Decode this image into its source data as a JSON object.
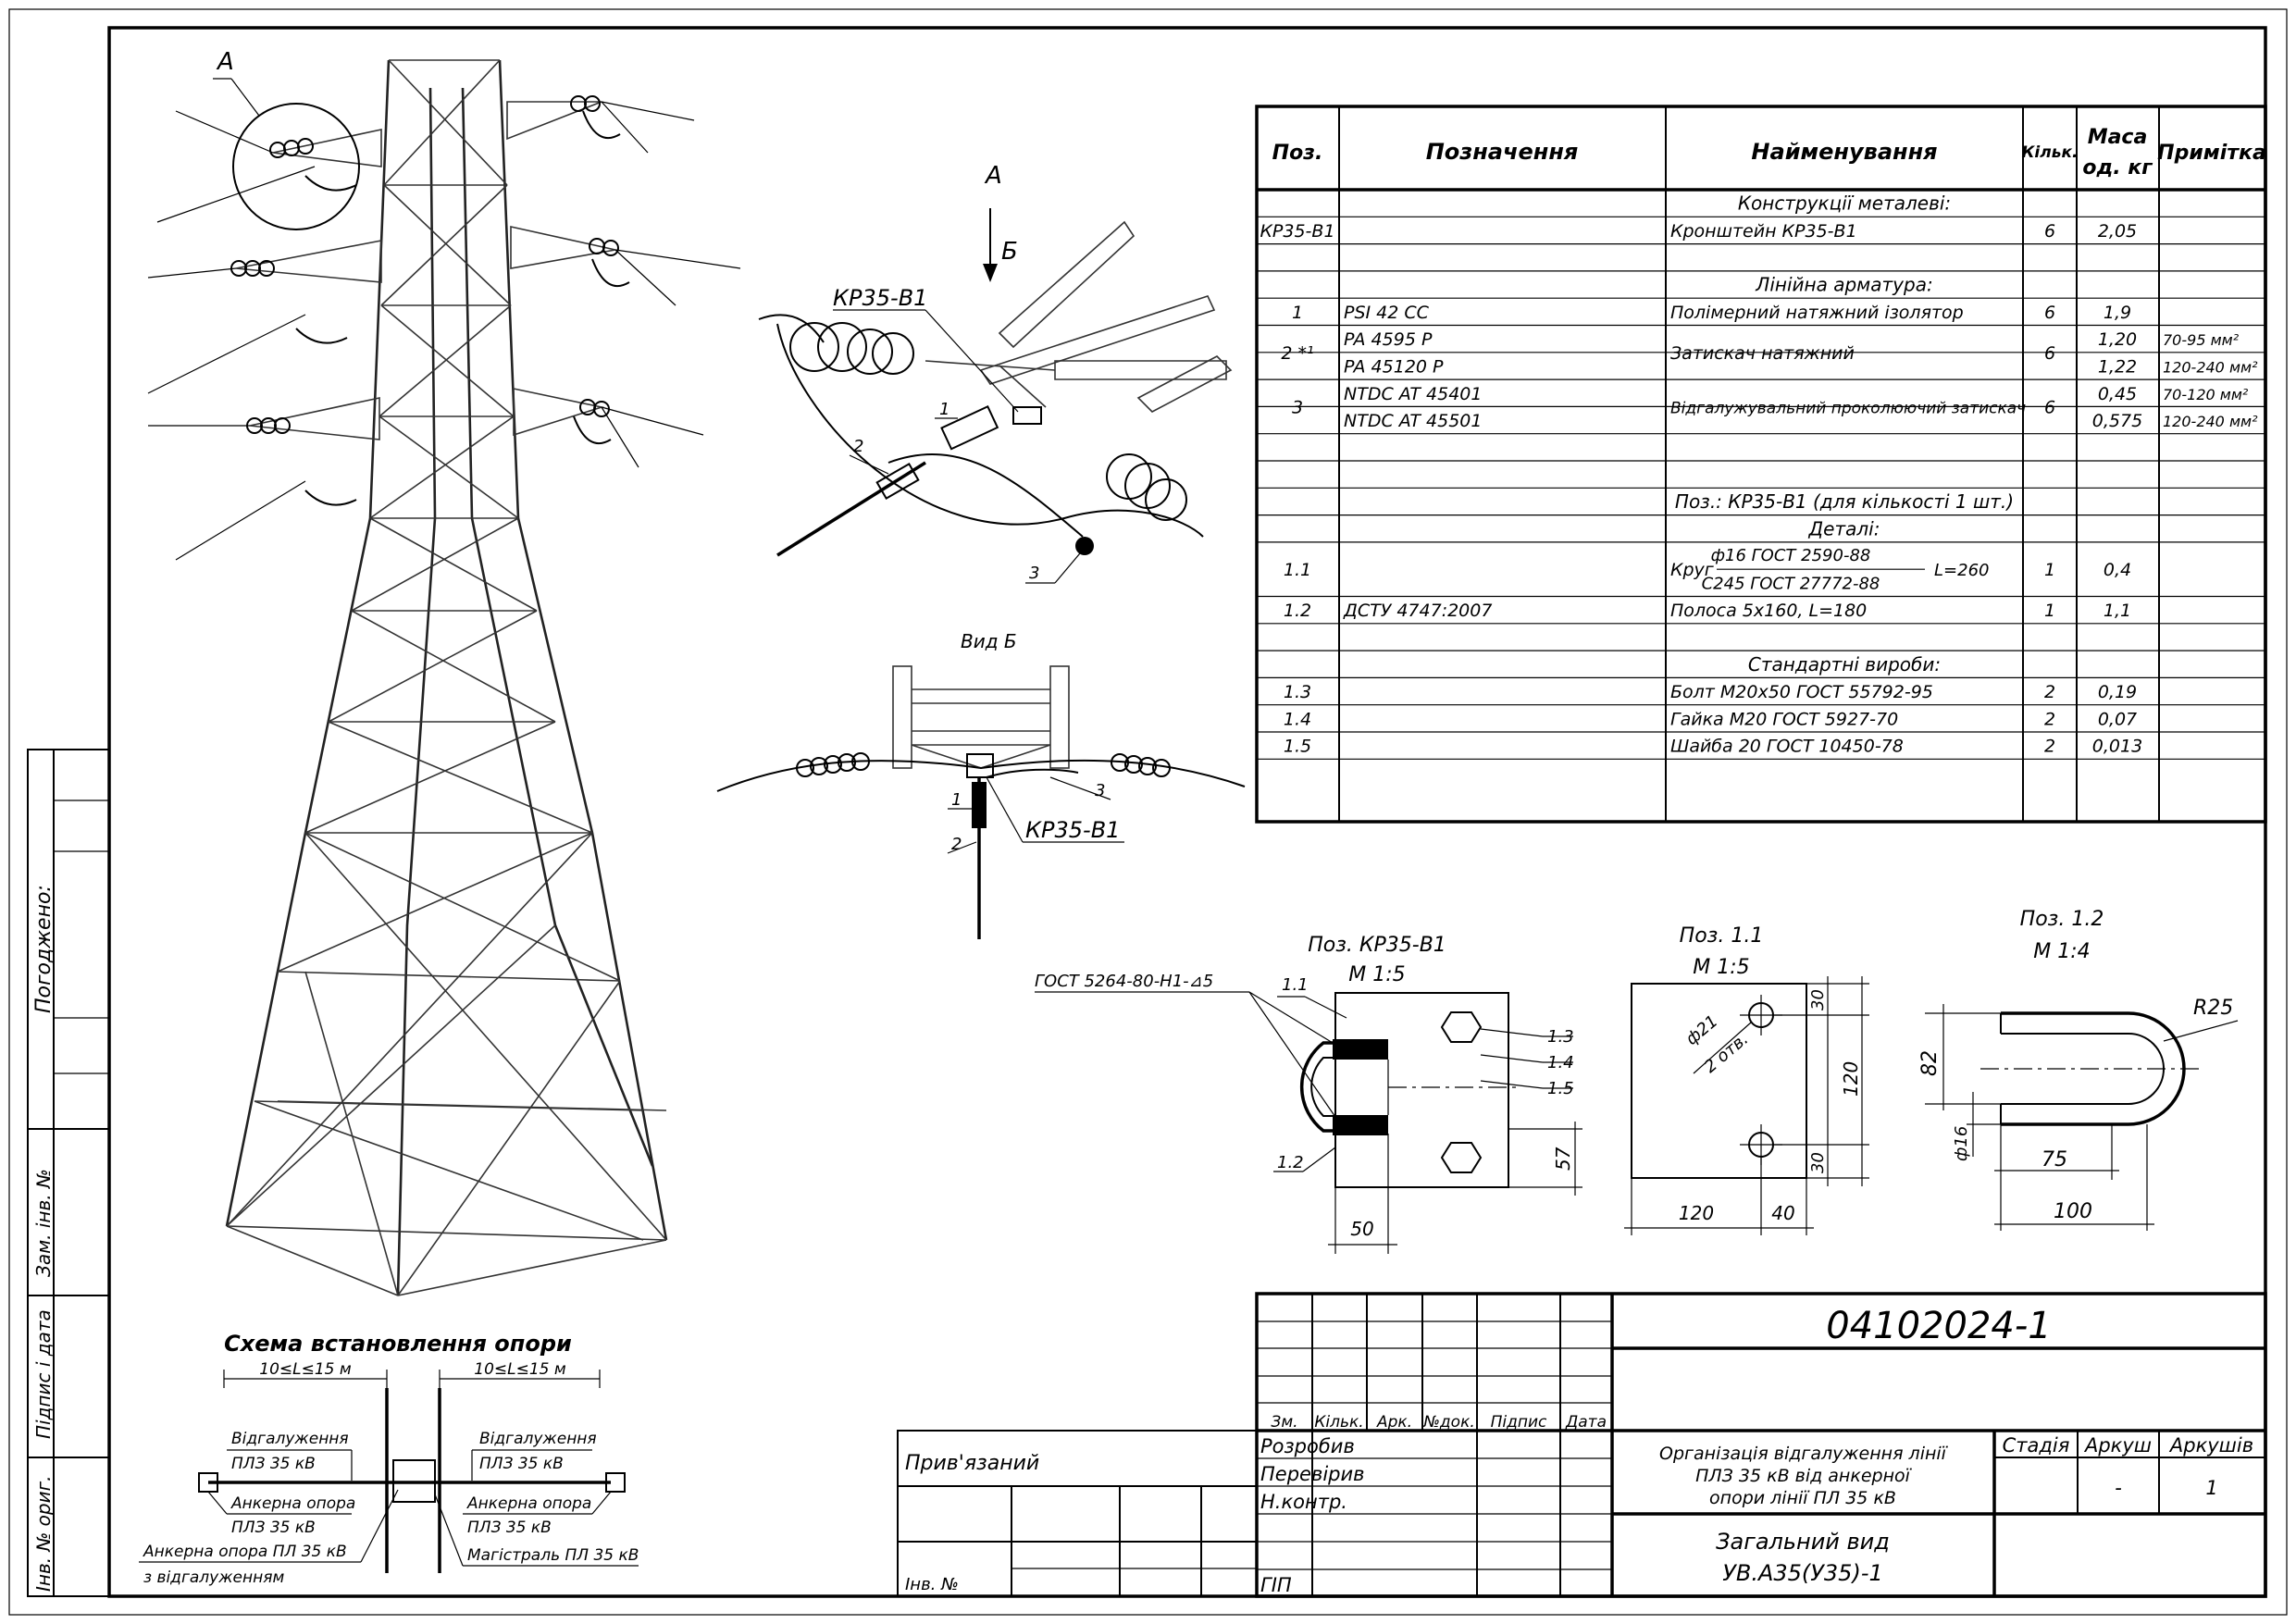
{
  "tower": {
    "callout_a": "A"
  },
  "detail_a": {
    "view_arrow": "A",
    "view_b_arrow": "Б",
    "bracket": "КР35-В1",
    "pos1": "1",
    "pos2": "2",
    "pos3": "3"
  },
  "view_b": {
    "title": "Вид Б",
    "bracket": "КР35-В1",
    "pos1": "1",
    "pos2": "2",
    "pos3": "3"
  },
  "spec_table": {
    "headers": {
      "pos": "Поз.",
      "designation": "Позначення",
      "name": "Найменування",
      "qty": "Кільк.",
      "mass_l1": "Маса",
      "mass_l2": "од. кг",
      "note": "Примітка"
    },
    "rows": [
      {
        "type": "section",
        "name": "Конструкції металеві:"
      },
      {
        "pos": "КР35-В1",
        "designation": "",
        "name": "Кронштейн КР35-В1",
        "qty": "6",
        "mass": "2,05",
        "note": ""
      },
      {
        "type": "blank"
      },
      {
        "type": "section",
        "name": "Лінійна арматура:"
      },
      {
        "pos": "1",
        "designation": "PSI 42 CC",
        "name": "Полімерний натяжний ізолятор",
        "qty": "6",
        "mass": "1,9",
        "note": ""
      },
      {
        "pos": "2 *¹",
        "designation": "PA 4595 P",
        "name": "Затискач натяжний",
        "qty": "6",
        "mass": "1,20",
        "note": "70-95 мм²"
      },
      {
        "pos": "",
        "designation": "PA 45120 P",
        "name": "",
        "qty": "",
        "mass": "1,22",
        "note": "120-240 мм²"
      },
      {
        "pos": "3",
        "designation": "NTDC AT 45401",
        "name": "Відгалужувальний проколюючий затискач",
        "qty": "6",
        "mass": "0,45",
        "note": "70-120 мм²"
      },
      {
        "pos": "",
        "designation": "NTDC AT 45501",
        "name": "",
        "qty": "",
        "mass": "0,575",
        "note": "120-240 мм²"
      },
      {
        "type": "blank"
      },
      {
        "type": "blank"
      },
      {
        "type": "section",
        "name": "Поз.: КР35-В1 (для кількості 1 шт.)"
      },
      {
        "type": "section",
        "name": "Деталі:"
      },
      {
        "pos": "1.1",
        "designation": "",
        "name": "Круг",
        "name_top": "ф16 ГОСТ 2590-88",
        "name_bottom": "С245 ГОСТ 27772-88",
        "name_suffix": "L=260",
        "qty": "1",
        "mass": "0,4",
        "note": ""
      },
      {
        "pos": "1.2",
        "designation": "ДСТУ 4747:2007",
        "name": "Полоса 5х160, L=180",
        "qty": "1",
        "mass": "1,1",
        "note": ""
      },
      {
        "type": "blank"
      },
      {
        "type": "section",
        "name": "Стандартні вироби:"
      },
      {
        "pos": "1.3",
        "designation": "",
        "name": "Болт М20х50 ГОСТ 55792-95",
        "qty": "2",
        "mass": "0,19",
        "note": ""
      },
      {
        "pos": "1.4",
        "designation": "",
        "name": "Гайка М20 ГОСТ 5927-70",
        "qty": "2",
        "mass": "0,07",
        "note": ""
      },
      {
        "pos": "1.5",
        "designation": "",
        "name": "Шайба 20 ГОСТ 10450-78",
        "qty": "2",
        "mass": "0,013",
        "note": ""
      }
    ]
  },
  "kp_drawing": {
    "title": "Поз. КР35-В1",
    "scale": "М 1:5",
    "weld": "ГОСТ 5264-80-Н1-⊿5",
    "p11": "1.1",
    "p12": "1.2",
    "p13": "1.3",
    "p14": "1.4",
    "p15": "1.5",
    "dim_57": "57",
    "dim_50": "50"
  },
  "p11_drawing": {
    "title": "Поз. 1.1",
    "scale": "М 1:5",
    "hole": "ф21",
    "holes": "2 отв.",
    "d30a": "30",
    "d120": "120",
    "d30b": "30",
    "d120w": "120",
    "d40": "40"
  },
  "p12_drawing": {
    "title": "Поз. 1.2",
    "scale": "М 1:4",
    "r25": "R25",
    "d82": "82",
    "d16": "ф16",
    "d75": "75",
    "d100": "100"
  },
  "scheme": {
    "title": "Схема встановлення опори",
    "span_l": "10≤L≤15 м",
    "span_r": "10≤L≤15 м",
    "branch_l1": "Відгалуження",
    "branch_l2": "ПЛЗ 35 кВ",
    "anchor_l1": "Анкерна опора",
    "anchor_l2": "ПЛЗ 35 кВ",
    "branch_r1": "Відгалуження",
    "branch_r2": "ПЛЗ 35 кВ",
    "anchor_r1": "Анкерна опора",
    "anchor_r2": "ПЛЗ 35 кВ",
    "main_anchor1": "Анкерна опора ПЛ 35 кВ",
    "main_anchor2": "з відгалуженням",
    "trunk": "Магістраль ПЛ 35 кВ"
  },
  "side_stamp": {
    "agreed": "Погоджено:",
    "inv_replace": "Зам. інв. №",
    "sign_date": "Підпис і дата",
    "inv_orig": "Інв. № ориг."
  },
  "title_block": {
    "code": "04102024-1",
    "h_zm": "Зм.",
    "h_qty": "Кільк.",
    "h_sheet": "Арк.",
    "h_doc": "№док.",
    "h_sign": "Підпис",
    "h_date": "Дата",
    "developed": "Розробив",
    "checked": "Перевірив",
    "nkontr": "Н.контр.",
    "gip": "ГІП",
    "bound": "Прив'язаний",
    "inv_no": "Інв. №",
    "project_l1": "Організація відгалуження лінії",
    "project_l2": "ПЛЗ 35 кВ від анкерної",
    "project_l3": "опори лінії ПЛ 35 кВ",
    "stage": "Стадія",
    "sheet": "Аркуш",
    "sheets": "Аркушів",
    "sheet_val": "-",
    "sheets_val": "1",
    "view_l1": "Загальний вид",
    "view_l2": "УВ.А35(У35)-1"
  }
}
